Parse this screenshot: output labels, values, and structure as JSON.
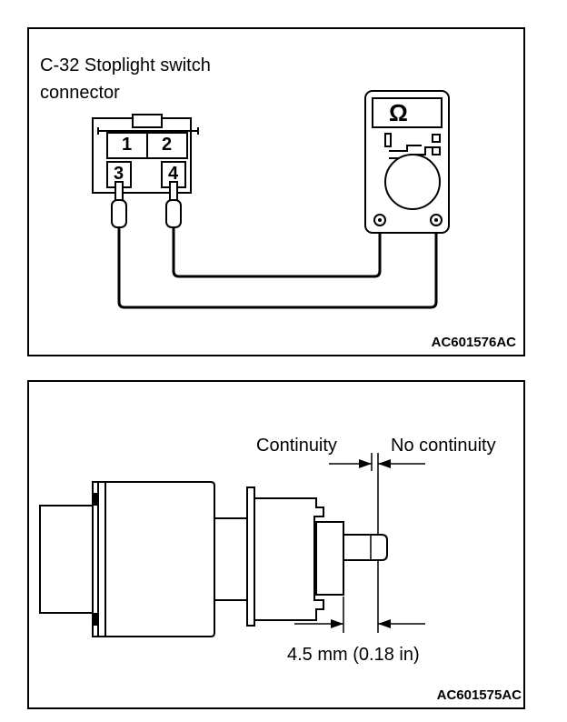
{
  "panel_top": {
    "title_line1": "C-32 Stoplight switch",
    "title_line2": "connector",
    "pins": [
      "1",
      "2",
      "3",
      "4"
    ],
    "meter_symbol": "Ω",
    "code": "AC601576AC"
  },
  "panel_bottom": {
    "label_continuity": "Continuity",
    "label_no_continuity": "No continuity",
    "dimension": "4.5 mm (0.18 in)",
    "code": "AC601575AC"
  }
}
